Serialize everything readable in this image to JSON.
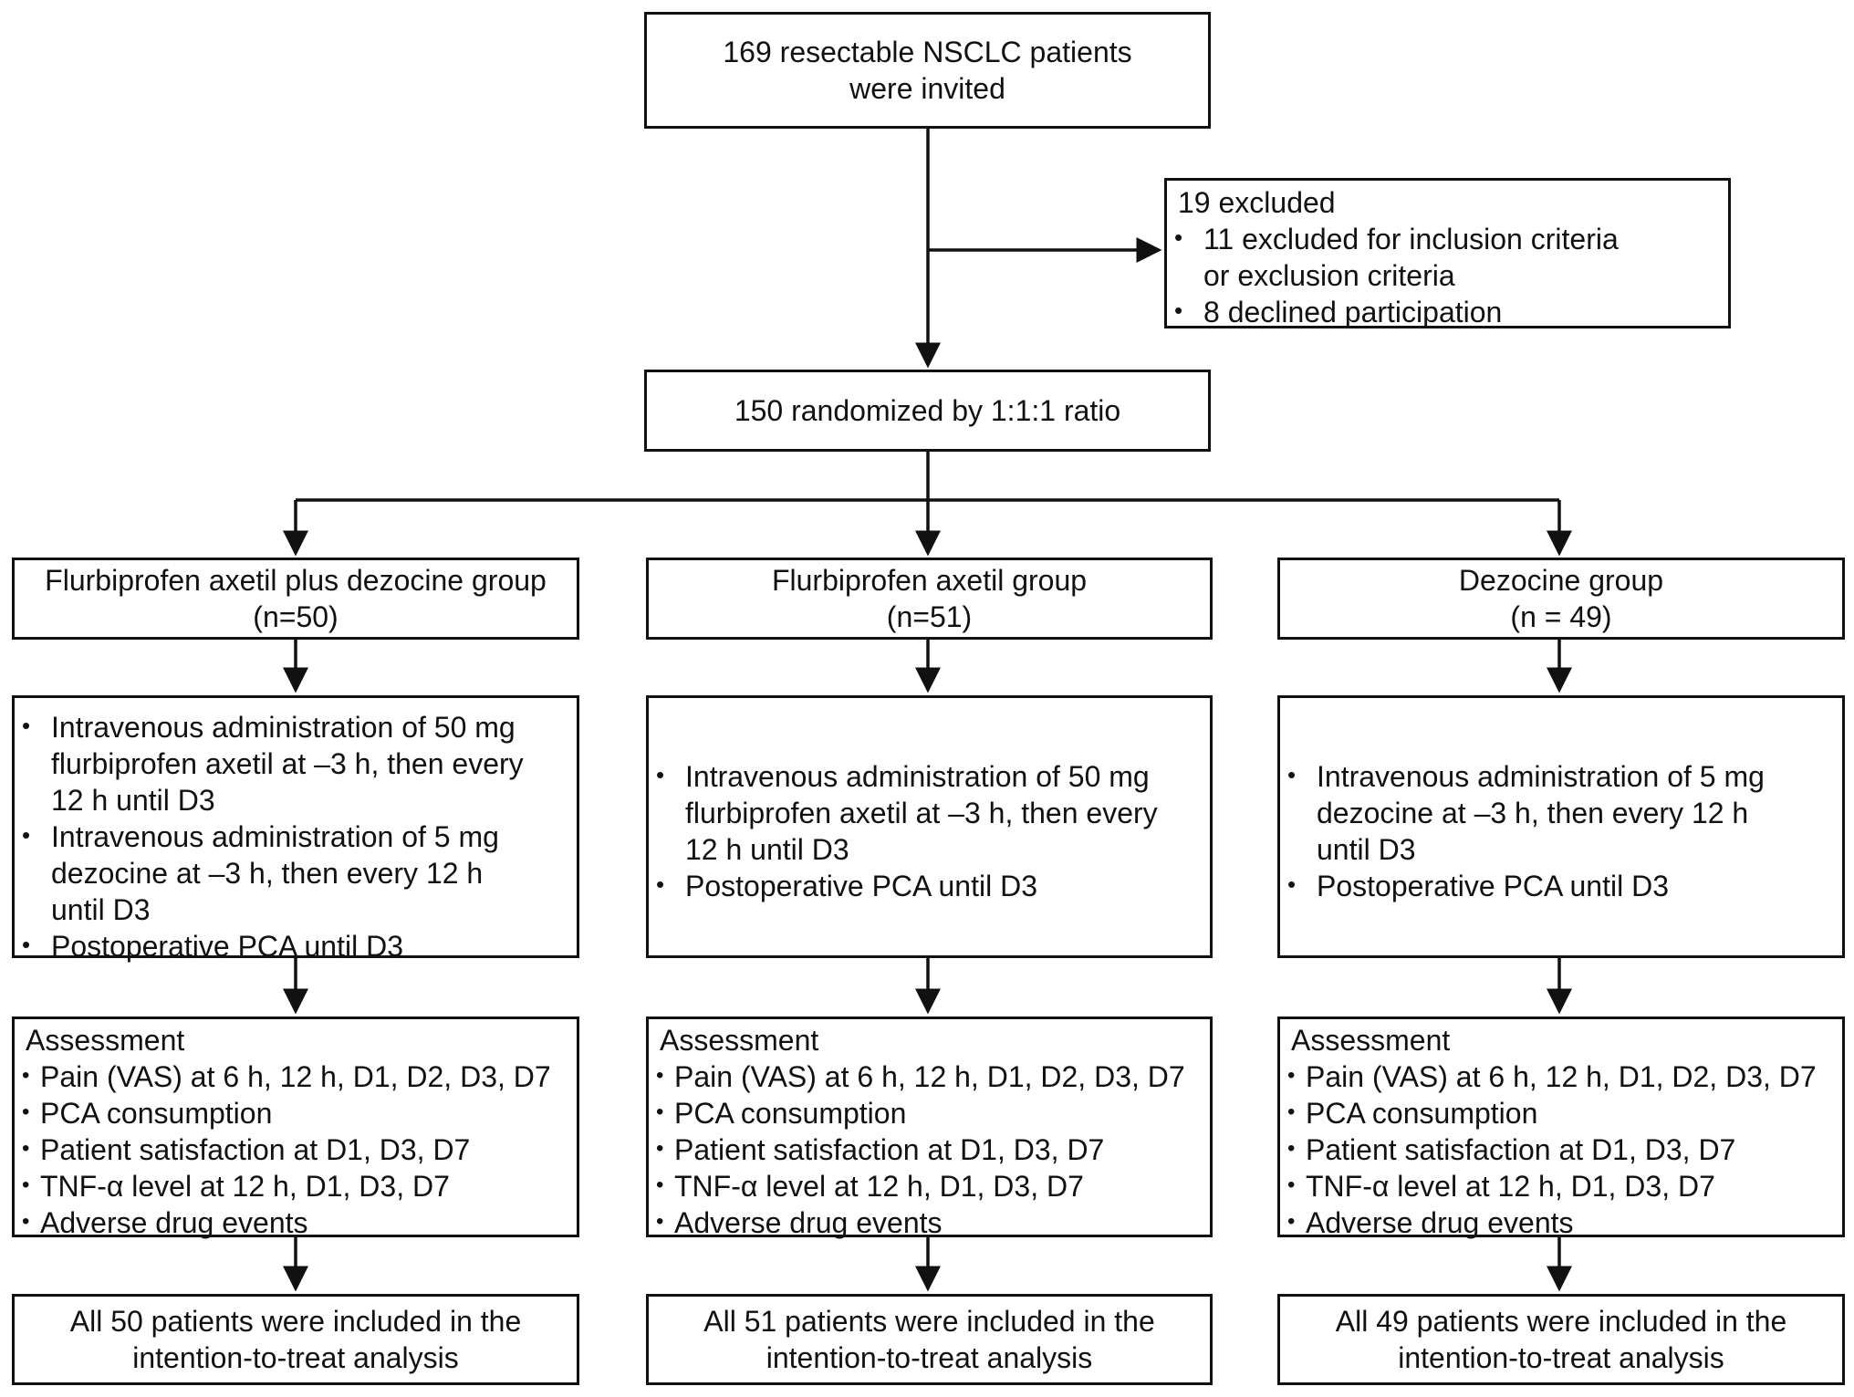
{
  "enrollment": {
    "invited_line1": "169 resectable NSCLC patients",
    "invited_line2": "were invited"
  },
  "exclusion": {
    "title": "19 excluded",
    "items": [
      [
        "11 excluded for inclusion criteria",
        "or exclusion criteria"
      ],
      [
        "8 declined participation"
      ]
    ]
  },
  "randomization": {
    "label": "150 randomized by 1:1:1 ratio"
  },
  "groups": [
    {
      "name": "Flurbiprofen axetil plus dezocine group",
      "n": "(n=50)",
      "interventions": [
        [
          "Intravenous administration of 50 mg",
          "flurbiprofen axetil at –3 h, then every",
          "12 h until D3"
        ],
        [
          "Intravenous administration of 5 mg",
          "dezocine at –3 h, then every 12 h",
          "until D3"
        ],
        [
          "Postoperative PCA until D3"
        ]
      ],
      "assessment_title": "Assessment",
      "assessments": [
        "Pain (VAS) at 6 h, 12 h, D1, D2, D3, D7",
        "PCA consumption",
        "Patient satisfaction at D1, D3, D7",
        "TNF-α level at 12 h, D1, D3, D7",
        "Adverse drug events"
      ],
      "analysis_line1": "All 50 patients were included in the",
      "analysis_line2": "intention-to-treat analysis"
    },
    {
      "name": "Flurbiprofen axetil group",
      "n": "(n=51)",
      "interventions": [
        [
          "Intravenous administration of 50 mg",
          "flurbiprofen axetil at –3 h, then every",
          "12 h until D3"
        ],
        [
          "Postoperative PCA until D3"
        ]
      ],
      "assessment_title": "Assessment",
      "assessments": [
        "Pain (VAS) at 6 h, 12 h, D1, D2, D3, D7",
        "PCA consumption",
        "Patient satisfaction at D1, D3, D7",
        "TNF-α level at 12 h, D1, D3, D7",
        "Adverse drug events"
      ],
      "analysis_line1": "All 51 patients were included in the",
      "analysis_line2": "intention-to-treat analysis"
    },
    {
      "name": "Dezocine group",
      "n": "(n = 49)",
      "interventions": [
        [
          "Intravenous administration of 5 mg",
          "dezocine at –3 h, then every 12 h",
          "until D3"
        ],
        [
          "Postoperative PCA until D3"
        ]
      ],
      "assessment_title": "Assessment",
      "assessments": [
        "Pain (VAS) at 6 h, 12 h, D1, D2, D3, D7",
        "PCA consumption",
        "Patient satisfaction at D1, D3, D7",
        "TNF-α level at 12 h, D1, D3, D7",
        "Adverse drug events"
      ],
      "analysis_line1": "All 49 patients were included in the",
      "analysis_line2": "intention-to-treat analysis"
    }
  ]
}
